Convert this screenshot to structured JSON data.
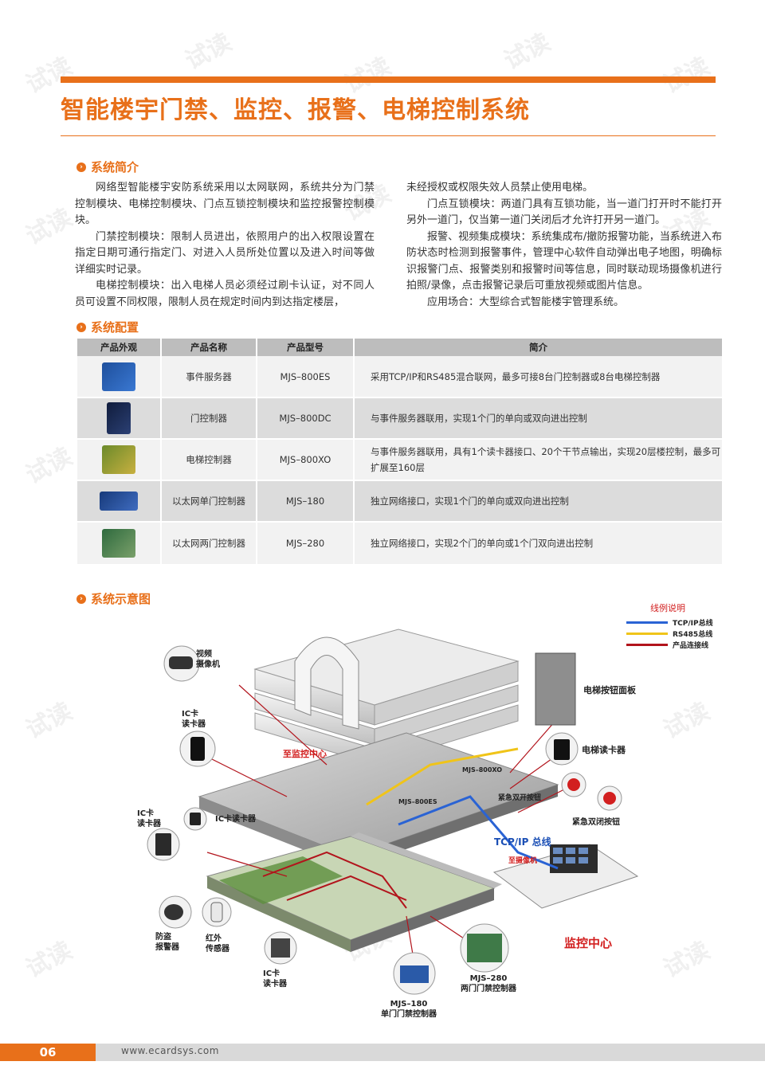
{
  "watermark": "试读",
  "title": "智能楼宇门禁、监控、报警、电梯控制系统",
  "sections": {
    "intro": {
      "label": "系统简介"
    },
    "config": {
      "label": "系统配置"
    },
    "diagram": {
      "label": "系统示意图"
    }
  },
  "intro": {
    "left": [
      "网络型智能楼宇安防系统采用以太网联网，系统共分为门禁控制模块、电梯控制模块、门点互锁控制模块和监控报警控制模块。",
      "门禁控制模块：限制人员进出，依照用户的出入权限设置在指定日期可通行指定门、对进入人员所处位置以及进入时间等做详细实时记录。",
      "电梯控制模块：出入电梯人员必须经过刷卡认证，对不同人员可设置不同权限，限制人员在规定时间内到达指定楼层，"
    ],
    "right": [
      "未经授权或权限失效人员禁止使用电梯。",
      "门点互锁模块：两道门具有互锁功能，当一道门打开时不能打开另外一道门，仅当第一道门关闭后才允许打开另一道门。",
      "报警、视频集成模块：系统集成布/撤防报警功能，当系统进入布防状态时检测到报警事件，管理中心软件自动弹出电子地图，明确标识报警门点、报警类别和报警时间等信息，同时联动现场摄像机进行拍照/录像，点击报警记录后可重放视频或图片信息。",
      "应用场合：大型综合式智能楼宇管理系统。"
    ]
  },
  "table": {
    "headers": [
      "产品外观",
      "产品名称",
      "产品型号",
      "简介"
    ],
    "rows": [
      {
        "name": "事件服务器",
        "model": "MJS–800ES",
        "desc": "采用TCP/IP和RS485混合联网，最多可接8台门控制器或8台电梯控制器"
      },
      {
        "name": "门控制器",
        "model": "MJS–800DC",
        "desc": "与事件服务器联用，实现1个门的单向或双向进出控制"
      },
      {
        "name": "电梯控制器",
        "model": "MJS–800XO",
        "desc": "与事件服务器联用，具有1个读卡器接口、20个干节点输出，实现20层楼控制，最多可扩展至160层"
      },
      {
        "name": "以太网单门控制器",
        "model": "MJS–180",
        "desc": "独立网络接口，实现1个门的单向或双向进出控制"
      },
      {
        "name": "以太网两门控制器",
        "model": "MJS–280",
        "desc": "独立网络接口，实现2个门的单向或1个门双向进出控制"
      }
    ]
  },
  "legend": {
    "title": "线例说明",
    "items": [
      {
        "label": "TCP/IP总线",
        "color": "#2a63d4"
      },
      {
        "label": "RS485总线",
        "color": "#f0c419"
      },
      {
        "label": "产品连接线",
        "color": "#b2141c"
      }
    ]
  },
  "diagram_labels": {
    "camera": "视频\n摄像机",
    "ic_reader_1": "IC卡\n读卡器",
    "to_monitor": "至监控中心",
    "ic_reader_2": "IC卡\n读卡器",
    "ic_reader_3": "IC卡读卡器",
    "alarm": "防盗\n报警器",
    "infrared": "红外\n传感器",
    "ic_reader_4": "IC卡\n读卡器",
    "elevator_panel": "电梯按钮面板",
    "elevator_reader": "电梯读卡器",
    "emergency_open": "紧急双开按钮",
    "emergency_close": "紧急双闭按钮",
    "tcpip_bus": "TCP/IP 总线",
    "to_camera": "至摄像机",
    "monitor_center": "监控中心",
    "mjs280": "MJS–280\n两门门禁控制器",
    "mjs180": "MJS–180\n单门门禁控制器",
    "mjs800xo": "MJS–800XO",
    "mjs800es": "MJS–800ES"
  },
  "footer": {
    "page": "06",
    "url": "www.ecardsys.com"
  }
}
